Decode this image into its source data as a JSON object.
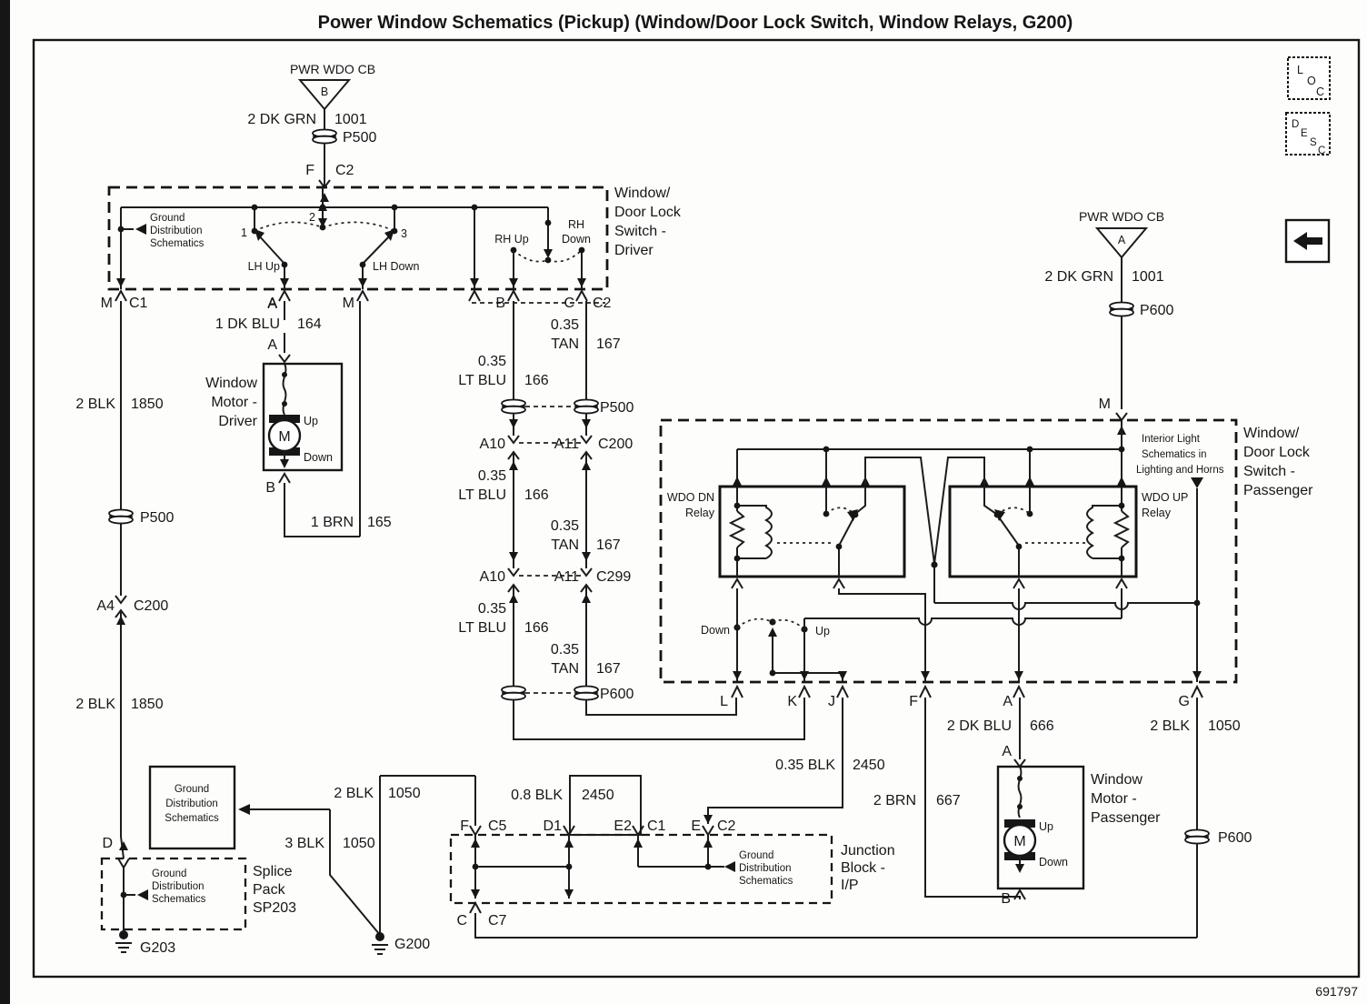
{
  "title": "Power Window Schematics (Pickup) (Window/Door Lock Switch, Window Relays, G200)",
  "doc_number": "691797",
  "nav": {
    "loc": [
      "L",
      "O",
      "C"
    ],
    "desc": [
      "D",
      "E",
      "S",
      "C"
    ]
  },
  "gds": [
    "Ground",
    "Distribution",
    "Schematics"
  ],
  "feeds": {
    "driver": {
      "name": "PWR WDO CB",
      "terminal": "B",
      "wire": "2 DK GRN",
      "circuit": "1001",
      "grommet": "P500",
      "pin": "F",
      "connector": "C2"
    },
    "passenger": {
      "name": "PWR WDO CB",
      "terminal": "A",
      "wire": "2 DK GRN",
      "circuit": "1001",
      "grommet": "P600",
      "pin": "M"
    }
  },
  "driver_switch": {
    "title": [
      "Window/",
      "Door Lock",
      "Switch -",
      "Driver"
    ],
    "contact1": "1",
    "contact2": "2",
    "contact3": "3",
    "lh_up": "LH Up",
    "lh_down": "LH Down",
    "rh_up": "RH Up",
    "rh_down": [
      "RH",
      "Down"
    ],
    "pins": {
      "m": "M",
      "c1": "C1",
      "a": "A",
      "m2": "M",
      "b": "B",
      "c": "C",
      "c2": "C2"
    }
  },
  "left_branch": {
    "wire1": "2 BLK",
    "circuit1": "1850",
    "grommet": "P500",
    "a4": "A4",
    "c200": "C200",
    "wire2": "2 BLK",
    "circuit2": "1850",
    "d": "D"
  },
  "driver_motor": {
    "title": [
      "Window",
      "Motor -",
      "Driver"
    ],
    "a": "A",
    "wire": "1 DK BLU",
    "circuit": "164",
    "a2": "A",
    "m": "M",
    "up": "Up",
    "down": "Down",
    "b": "B",
    "wire_b": "1 BRN",
    "circuit_b": "165"
  },
  "center_runs": {
    "blu": {
      "size": "0.35",
      "color": "LT BLU",
      "circuit": "166"
    },
    "tan": {
      "size": "0.35",
      "color": "TAN",
      "circuit": "167"
    },
    "p500": "P500",
    "p600": "P600",
    "c200": {
      "a10": "A10",
      "a11": "A11",
      "name": "C200"
    },
    "c299": {
      "a10": "A10",
      "a11": "A11",
      "name": "C299"
    }
  },
  "passenger_switch": {
    "title": [
      "Window/",
      "Door Lock",
      "Switch -",
      "Passenger"
    ],
    "interior_ref": [
      "Interior Light",
      "Schematics in",
      "Lighting and Horns"
    ],
    "dn_relay": [
      "WDO DN",
      "Relay"
    ],
    "up_relay": [
      "WDO UP",
      "Relay"
    ],
    "down": "Down",
    "up": "Up",
    "pins": {
      "l": "L",
      "k": "K",
      "j": "J",
      "f": "F",
      "a": "A",
      "g": "G"
    }
  },
  "passenger_wires": {
    "j": {
      "wire": "0.35 BLK",
      "circuit": "2450"
    },
    "f": {
      "wire": "2 BRN",
      "circuit": "667"
    },
    "a": {
      "wire": "2 DK BLU",
      "circuit": "666",
      "a2": "A"
    },
    "g": {
      "wire": "2 BLK",
      "circuit": "1050",
      "grommet": "P600"
    }
  },
  "passenger_motor": {
    "title": [
      "Window",
      "Motor -",
      "Passenger"
    ],
    "m": "M",
    "up": "Up",
    "down": "Down",
    "b": "B"
  },
  "grounds": {
    "splice": {
      "title": [
        "Splice",
        "Pack",
        "SP203"
      ],
      "d": "D",
      "g203": "G203"
    },
    "g200": "G200",
    "wire3": {
      "wire": "3 BLK",
      "circuit": "1050"
    },
    "wire2": {
      "wire": "2 BLK",
      "circuit": "1050"
    }
  },
  "junction": {
    "title": [
      "Junction",
      "Block -",
      "I/P"
    ],
    "pins": {
      "f": "F",
      "c5": "C5",
      "d1": "D1",
      "e2": "E2",
      "c1": "C1",
      "e": "E",
      "c2": "C2",
      "c": "C",
      "c7": "C7"
    },
    "link": {
      "wire": "0.8 BLK",
      "circuit": "2450"
    }
  }
}
